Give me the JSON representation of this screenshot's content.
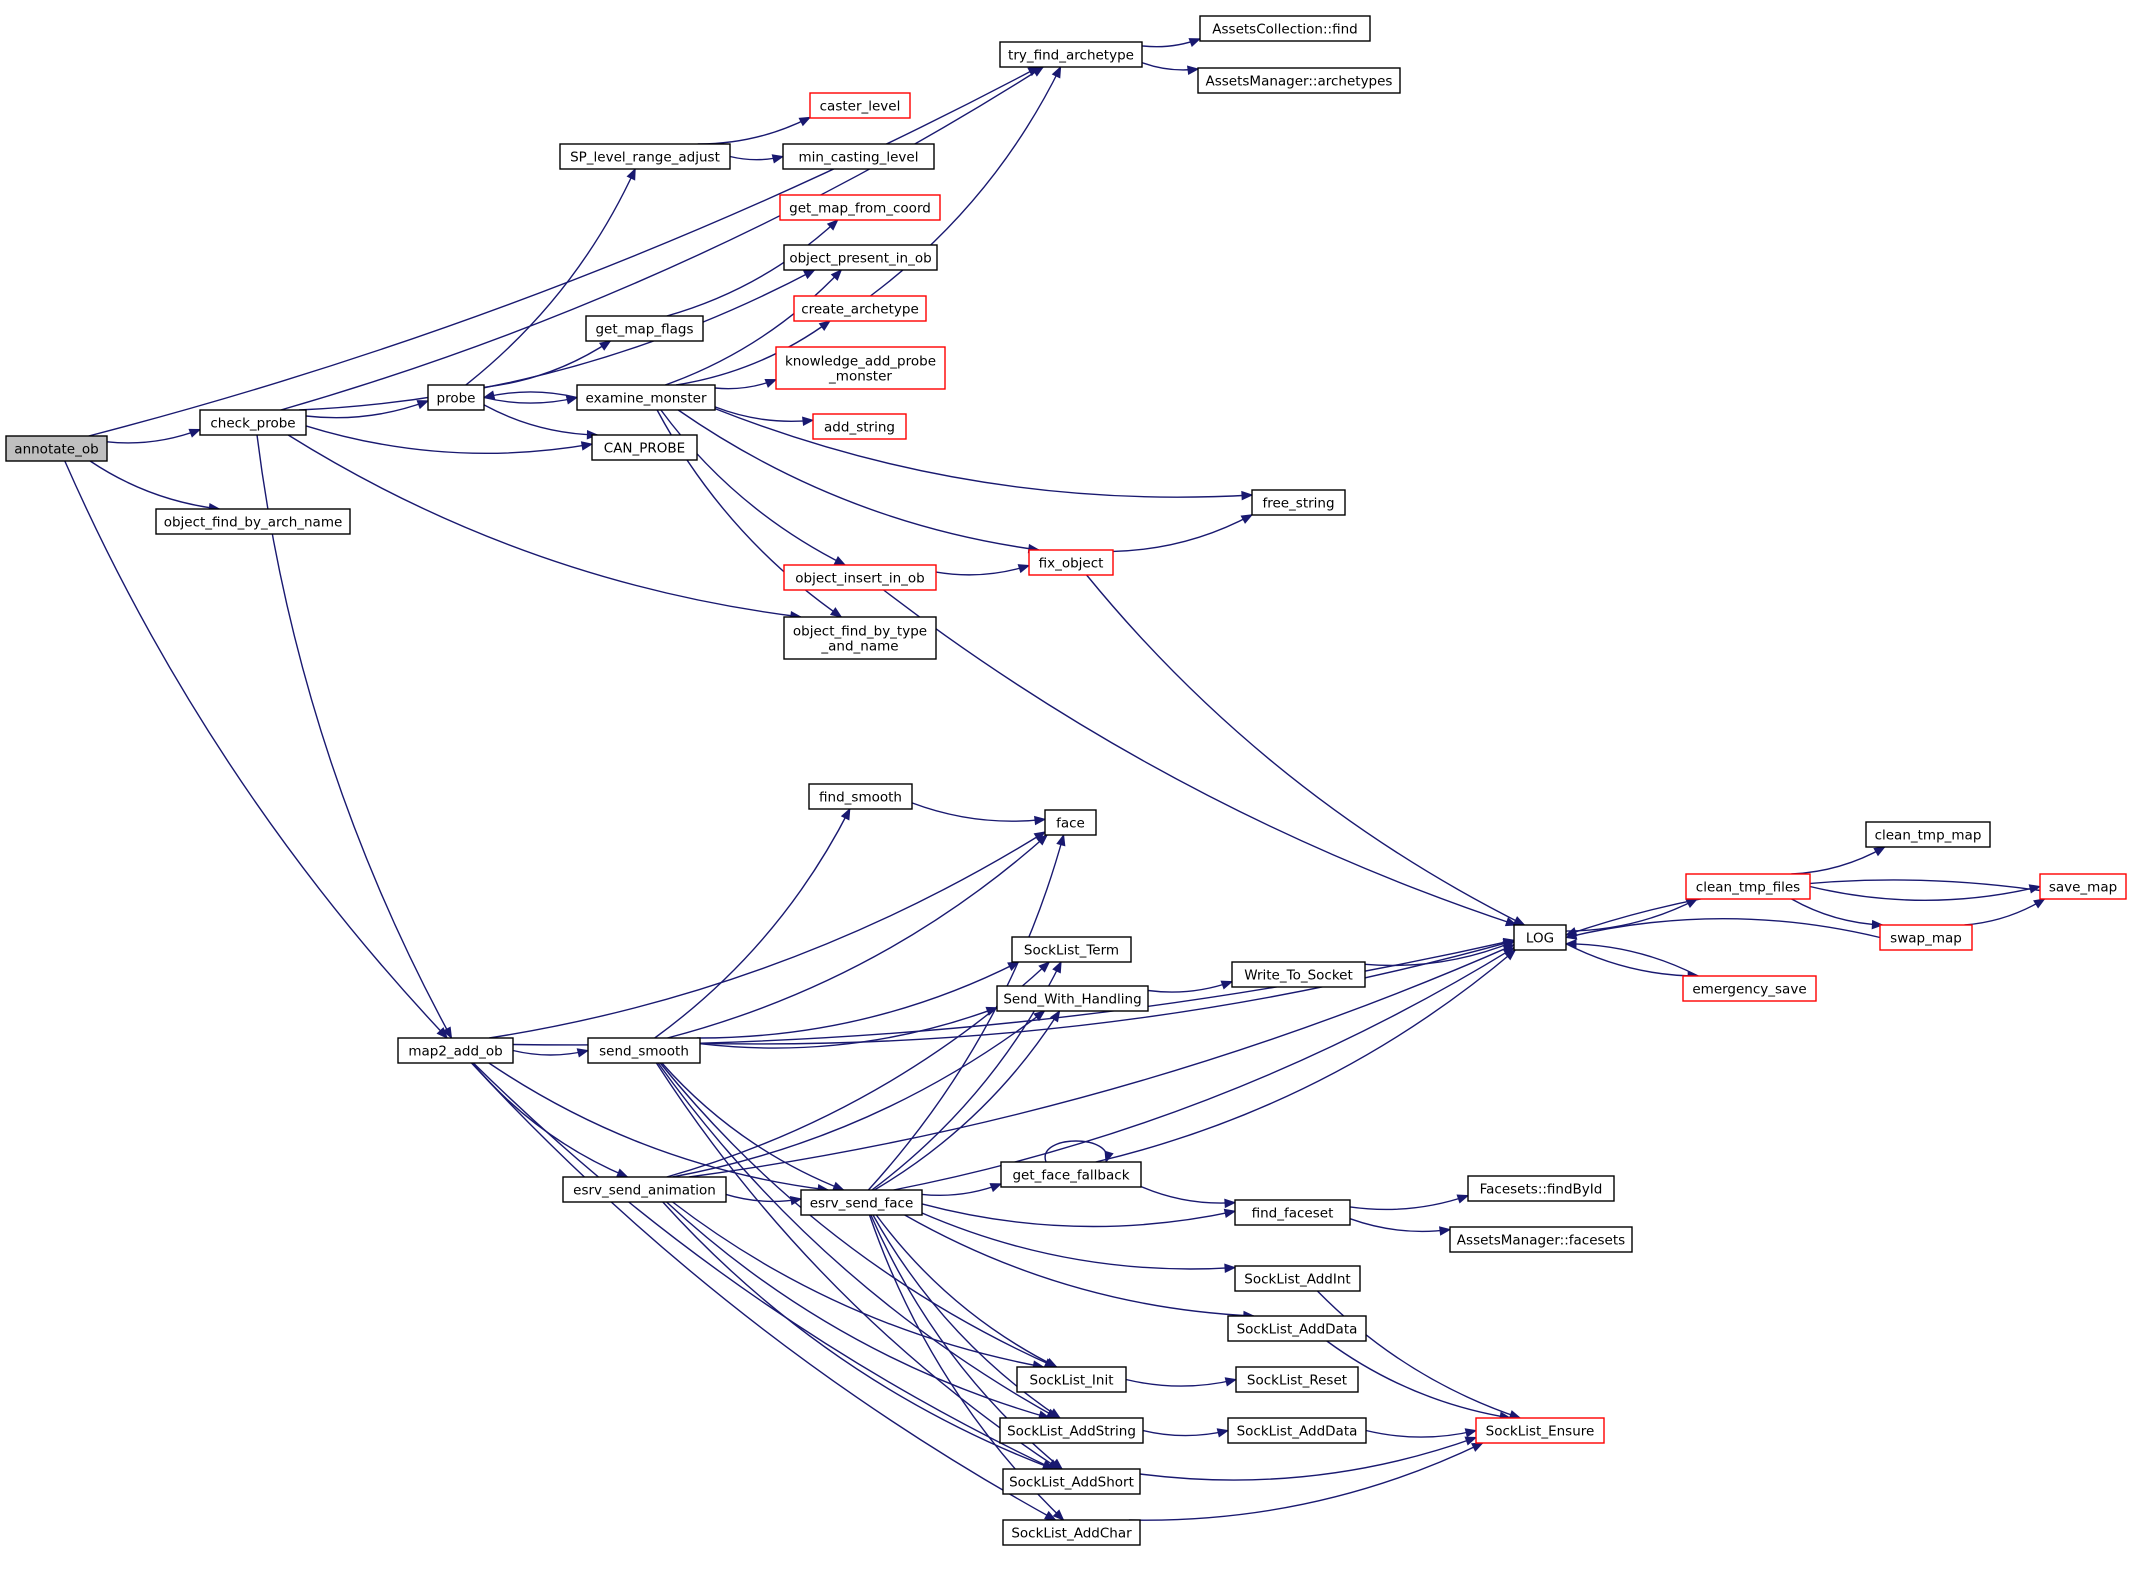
{
  "diagram": {
    "nodes": [
      {
        "id": "annotate_ob",
        "lines": [
          "annotate_ob"
        ],
        "style": "root"
      },
      {
        "id": "check_probe",
        "lines": [
          "check_probe"
        ],
        "style": "normal"
      },
      {
        "id": "object_find_by_arch_name",
        "lines": [
          "object_find_by_arch_name"
        ],
        "style": "normal"
      },
      {
        "id": "map2_add_ob",
        "lines": [
          "map2_add_ob"
        ],
        "style": "normal"
      },
      {
        "id": "try_find_archetype",
        "lines": [
          "try_find_archetype"
        ],
        "style": "normal"
      },
      {
        "id": "AssetsCollection_find",
        "lines": [
          "AssetsCollection::find"
        ],
        "style": "normal"
      },
      {
        "id": "AssetsManager_archetypes",
        "lines": [
          "AssetsManager::archetypes"
        ],
        "style": "normal"
      },
      {
        "id": "caster_level",
        "lines": [
          "caster_level"
        ],
        "style": "red"
      },
      {
        "id": "SP_level_range_adjust",
        "lines": [
          "SP_level_range_adjust"
        ],
        "style": "normal"
      },
      {
        "id": "min_casting_level",
        "lines": [
          "min_casting_level"
        ],
        "style": "normal"
      },
      {
        "id": "get_map_from_coord",
        "lines": [
          "get_map_from_coord"
        ],
        "style": "red"
      },
      {
        "id": "object_present_in_ob",
        "lines": [
          "object_present_in_ob"
        ],
        "style": "normal"
      },
      {
        "id": "create_archetype",
        "lines": [
          "create_archetype"
        ],
        "style": "red"
      },
      {
        "id": "get_map_flags",
        "lines": [
          "get_map_flags"
        ],
        "style": "normal"
      },
      {
        "id": "knowledge_add_probe_monster",
        "lines": [
          "knowledge_add_probe",
          "_monster"
        ],
        "style": "red"
      },
      {
        "id": "probe",
        "lines": [
          "probe"
        ],
        "style": "normal"
      },
      {
        "id": "examine_monster",
        "lines": [
          "examine_monster"
        ],
        "style": "normal"
      },
      {
        "id": "add_string",
        "lines": [
          "add_string"
        ],
        "style": "red"
      },
      {
        "id": "CAN_PROBE",
        "lines": [
          "CAN_PROBE"
        ],
        "style": "normal"
      },
      {
        "id": "free_string",
        "lines": [
          "free_string"
        ],
        "style": "normal"
      },
      {
        "id": "fix_object",
        "lines": [
          "fix_object"
        ],
        "style": "red"
      },
      {
        "id": "object_insert_in_ob",
        "lines": [
          "object_insert_in_ob"
        ],
        "style": "red"
      },
      {
        "id": "object_find_by_type_and_name",
        "lines": [
          "object_find_by_type",
          "_and_name"
        ],
        "style": "normal"
      },
      {
        "id": "find_smooth",
        "lines": [
          "find_smooth"
        ],
        "style": "normal"
      },
      {
        "id": "face",
        "lines": [
          "face"
        ],
        "style": "normal"
      },
      {
        "id": "clean_tmp_map",
        "lines": [
          "clean_tmp_map"
        ],
        "style": "normal"
      },
      {
        "id": "clean_tmp_files",
        "lines": [
          "clean_tmp_files"
        ],
        "style": "red"
      },
      {
        "id": "save_map",
        "lines": [
          "save_map"
        ],
        "style": "red"
      },
      {
        "id": "LOG",
        "lines": [
          "LOG"
        ],
        "style": "normal"
      },
      {
        "id": "swap_map",
        "lines": [
          "swap_map"
        ],
        "style": "red"
      },
      {
        "id": "SockList_Term",
        "lines": [
          "SockList_Term"
        ],
        "style": "normal"
      },
      {
        "id": "Send_With_Handling",
        "lines": [
          "Send_With_Handling"
        ],
        "style": "normal"
      },
      {
        "id": "Write_To_Socket",
        "lines": [
          "Write_To_Socket"
        ],
        "style": "normal"
      },
      {
        "id": "emergency_save",
        "lines": [
          "emergency_save"
        ],
        "style": "red"
      },
      {
        "id": "send_smooth",
        "lines": [
          "send_smooth"
        ],
        "style": "normal"
      },
      {
        "id": "get_face_fallback",
        "lines": [
          "get_face_fallback"
        ],
        "style": "normal"
      },
      {
        "id": "esrv_send_animation",
        "lines": [
          "esrv_send_animation"
        ],
        "style": "normal"
      },
      {
        "id": "esrv_send_face",
        "lines": [
          "esrv_send_face"
        ],
        "style": "normal"
      },
      {
        "id": "find_faceset",
        "lines": [
          "find_faceset"
        ],
        "style": "normal"
      },
      {
        "id": "Facesets_findById",
        "lines": [
          "Facesets::findById"
        ],
        "style": "normal"
      },
      {
        "id": "AssetsManager_facesets",
        "lines": [
          "AssetsManager::facesets"
        ],
        "style": "normal"
      },
      {
        "id": "SockList_AddInt",
        "lines": [
          "SockList_AddInt"
        ],
        "style": "normal"
      },
      {
        "id": "SockList_AddData_1",
        "lines": [
          "SockList_AddData"
        ],
        "style": "normal"
      },
      {
        "id": "SockList_Init",
        "lines": [
          "SockList_Init"
        ],
        "style": "normal"
      },
      {
        "id": "SockList_Reset",
        "lines": [
          "SockList_Reset"
        ],
        "style": "normal"
      },
      {
        "id": "SockList_AddString",
        "lines": [
          "SockList_AddString"
        ],
        "style": "normal"
      },
      {
        "id": "SockList_AddData_2",
        "lines": [
          "SockList_AddData"
        ],
        "style": "normal"
      },
      {
        "id": "SockList_Ensure",
        "lines": [
          "SockList_Ensure"
        ],
        "style": "red"
      },
      {
        "id": "SockList_AddShort",
        "lines": [
          "SockList_AddShort"
        ],
        "style": "normal"
      },
      {
        "id": "SockList_AddChar",
        "lines": [
          "SockList_AddChar"
        ],
        "style": "normal"
      }
    ],
    "edges": [
      [
        "annotate_ob",
        "check_probe"
      ],
      [
        "annotate_ob",
        "try_find_archetype"
      ],
      [
        "annotate_ob",
        "object_find_by_arch_name"
      ],
      [
        "annotate_ob",
        "map2_add_ob"
      ],
      [
        "check_probe",
        "try_find_archetype"
      ],
      [
        "check_probe",
        "object_present_in_ob"
      ],
      [
        "check_probe",
        "probe"
      ],
      [
        "check_probe",
        "CAN_PROBE"
      ],
      [
        "check_probe",
        "object_find_by_type_and_name"
      ],
      [
        "check_probe",
        "map2_add_ob"
      ],
      [
        "try_find_archetype",
        "AssetsCollection_find"
      ],
      [
        "try_find_archetype",
        "AssetsManager_archetypes"
      ],
      [
        "SP_level_range_adjust",
        "caster_level"
      ],
      [
        "SP_level_range_adjust",
        "min_casting_level"
      ],
      [
        "get_map_flags",
        "get_map_from_coord"
      ],
      [
        "create_archetype",
        "try_find_archetype"
      ],
      [
        "probe",
        "SP_level_range_adjust"
      ],
      [
        "probe",
        "get_map_flags"
      ],
      [
        "probe",
        "examine_monster"
      ],
      [
        "probe",
        "CAN_PROBE"
      ],
      [
        "examine_monster",
        "probe"
      ],
      [
        "examine_monster",
        "object_present_in_ob"
      ],
      [
        "examine_monster",
        "create_archetype"
      ],
      [
        "examine_monster",
        "knowledge_add_probe_monster"
      ],
      [
        "examine_monster",
        "add_string"
      ],
      [
        "examine_monster",
        "free_string"
      ],
      [
        "examine_monster",
        "fix_object"
      ],
      [
        "examine_monster",
        "object_insert_in_ob"
      ],
      [
        "examine_monster",
        "object_find_by_type_and_name"
      ],
      [
        "object_insert_in_ob",
        "fix_object"
      ],
      [
        "object_insert_in_ob",
        "LOG"
      ],
      [
        "fix_object",
        "free_string"
      ],
      [
        "fix_object",
        "LOG"
      ],
      [
        "map2_add_ob",
        "LOG"
      ],
      [
        "map2_add_ob",
        "face"
      ],
      [
        "map2_add_ob",
        "send_smooth"
      ],
      [
        "map2_add_ob",
        "esrv_send_animation"
      ],
      [
        "map2_add_ob",
        "esrv_send_face"
      ],
      [
        "map2_add_ob",
        "SockList_AddShort"
      ],
      [
        "map2_add_ob",
        "SockList_AddChar"
      ],
      [
        "find_smooth",
        "face"
      ],
      [
        "send_smooth",
        "find_smooth"
      ],
      [
        "send_smooth",
        "face"
      ],
      [
        "send_smooth",
        "LOG"
      ],
      [
        "send_smooth",
        "SockList_Term"
      ],
      [
        "send_smooth",
        "Send_With_Handling"
      ],
      [
        "send_smooth",
        "esrv_send_face"
      ],
      [
        "send_smooth",
        "SockList_Init"
      ],
      [
        "send_smooth",
        "SockList_AddString"
      ],
      [
        "send_smooth",
        "SockList_AddShort"
      ],
      [
        "Send_With_Handling",
        "Write_To_Socket"
      ],
      [
        "Write_To_Socket",
        "LOG"
      ],
      [
        "LOG",
        "clean_tmp_files"
      ],
      [
        "LOG",
        "emergency_save"
      ],
      [
        "clean_tmp_files",
        "clean_tmp_map"
      ],
      [
        "clean_tmp_files",
        "save_map"
      ],
      [
        "clean_tmp_files",
        "swap_map"
      ],
      [
        "save_map",
        "LOG"
      ],
      [
        "swap_map",
        "LOG"
      ],
      [
        "swap_map",
        "save_map"
      ],
      [
        "emergency_save",
        "LOG"
      ],
      [
        "esrv_send_animation",
        "SockList_Term"
      ],
      [
        "esrv_send_animation",
        "Send_With_Handling"
      ],
      [
        "esrv_send_animation",
        "LOG"
      ],
      [
        "esrv_send_animation",
        "esrv_send_face"
      ],
      [
        "esrv_send_animation",
        "SockList_Init"
      ],
      [
        "esrv_send_animation",
        "SockList_AddString"
      ],
      [
        "esrv_send_animation",
        "SockList_AddShort"
      ],
      [
        "esrv_send_face",
        "face"
      ],
      [
        "esrv_send_face",
        "SockList_Term"
      ],
      [
        "esrv_send_face",
        "Send_With_Handling"
      ],
      [
        "esrv_send_face",
        "get_face_fallback"
      ],
      [
        "esrv_send_face",
        "LOG"
      ],
      [
        "esrv_send_face",
        "find_faceset"
      ],
      [
        "esrv_send_face",
        "SockList_AddInt"
      ],
      [
        "esrv_send_face",
        "SockList_AddData_1"
      ],
      [
        "esrv_send_face",
        "SockList_Init"
      ],
      [
        "esrv_send_face",
        "SockList_AddString"
      ],
      [
        "esrv_send_face",
        "SockList_AddShort"
      ],
      [
        "esrv_send_face",
        "SockList_AddChar"
      ],
      [
        "get_face_fallback",
        "get_face_fallback"
      ],
      [
        "get_face_fallback",
        "find_faceset"
      ],
      [
        "get_face_fallback",
        "LOG"
      ],
      [
        "find_faceset",
        "Facesets_findById"
      ],
      [
        "find_faceset",
        "AssetsManager_facesets"
      ],
      [
        "SockList_AddInt",
        "SockList_Ensure"
      ],
      [
        "SockList_AddData_1",
        "SockList_Ensure"
      ],
      [
        "SockList_Init",
        "SockList_Reset"
      ],
      [
        "SockList_AddString",
        "SockList_AddData_2"
      ],
      [
        "SockList_AddData_2",
        "SockList_Ensure"
      ],
      [
        "SockList_AddShort",
        "SockList_Ensure"
      ],
      [
        "SockList_AddChar",
        "SockList_Ensure"
      ]
    ]
  }
}
